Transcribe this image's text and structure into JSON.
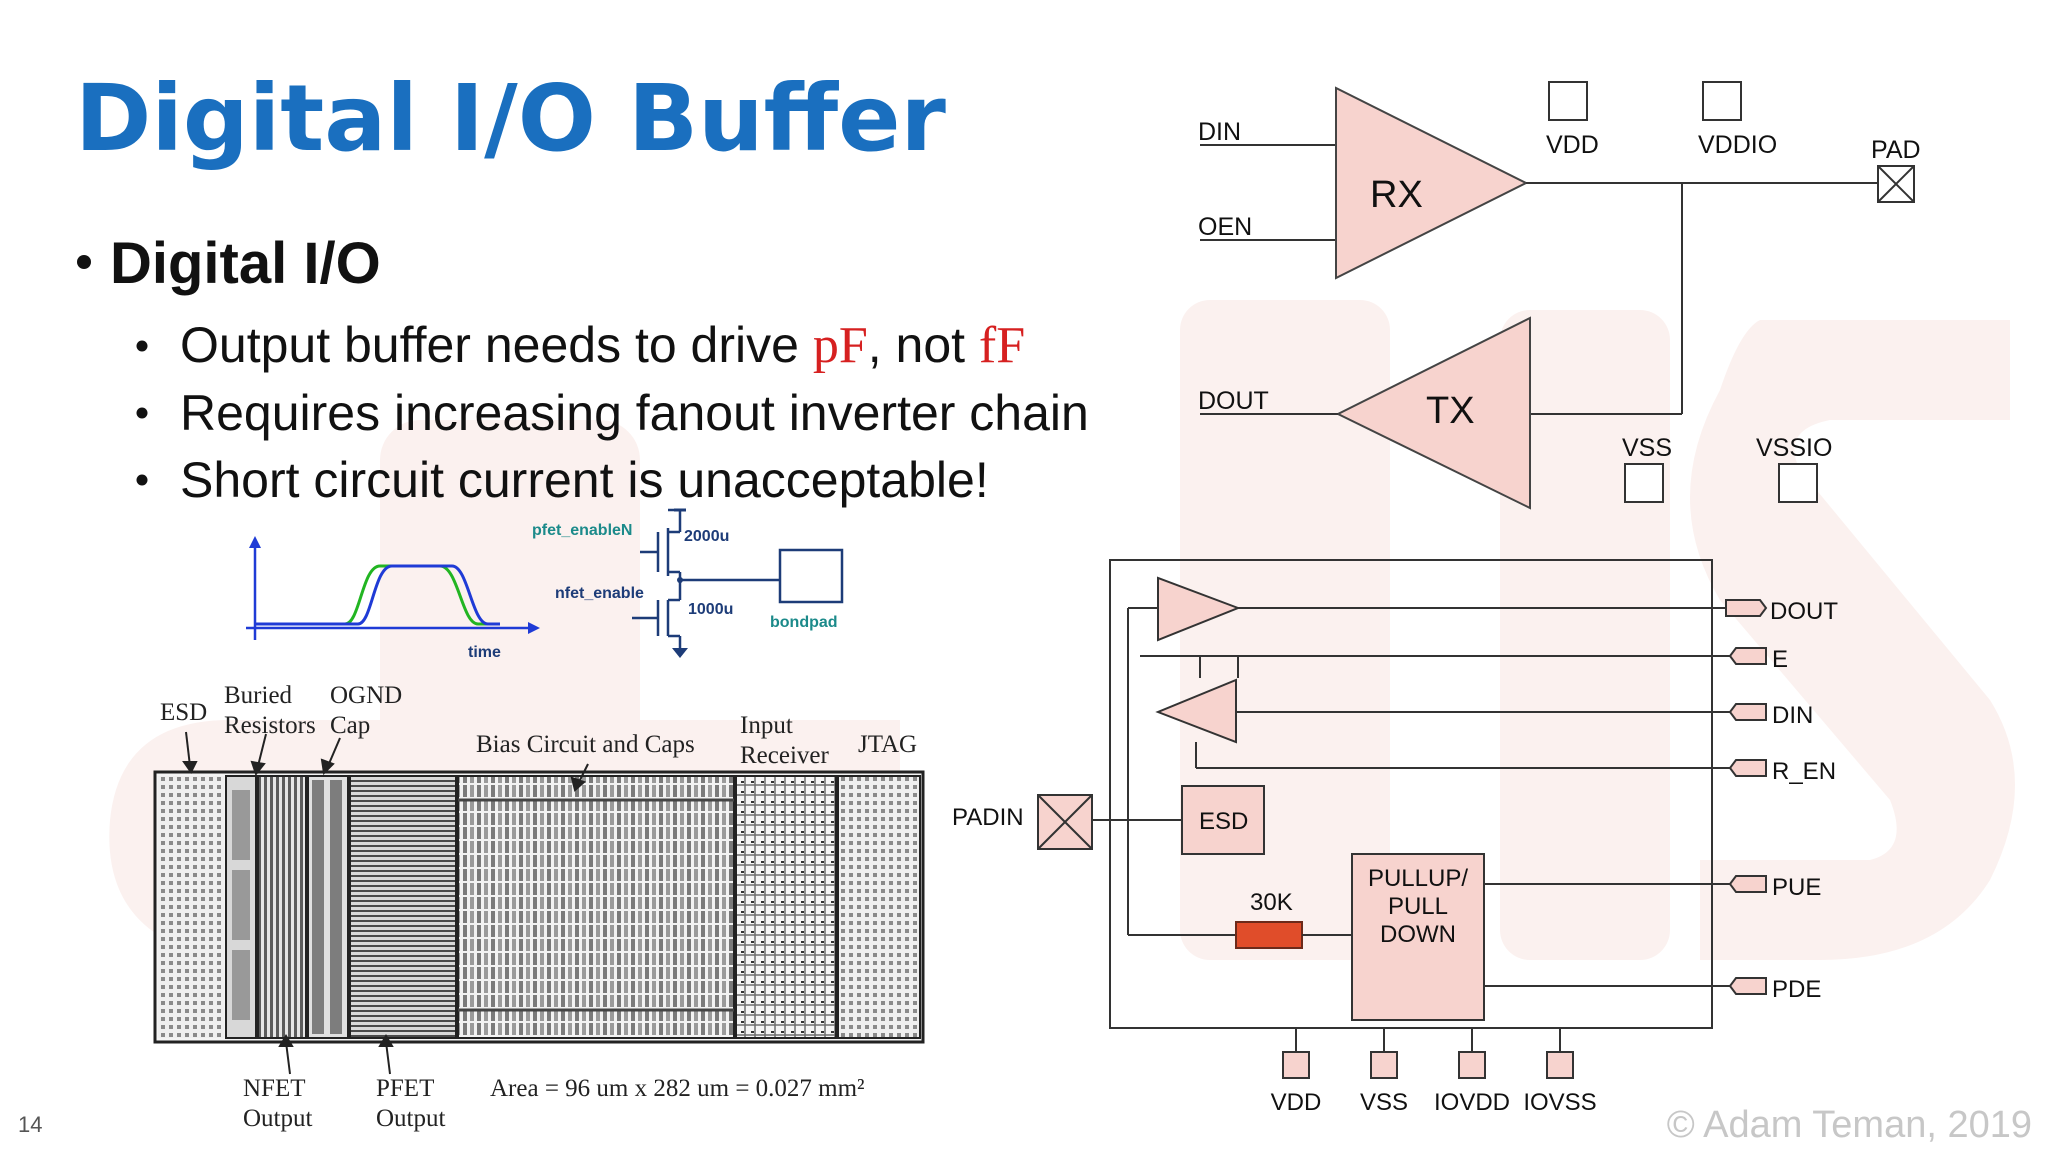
{
  "slide": {
    "title": "Digital I/O Buffer",
    "page_number": "14",
    "copyright": "© Adam Teman, 2019"
  },
  "bullets": {
    "main": "Digital I/O",
    "sub1_a": "Output buffer needs to drive ",
    "sub1_pf": "pF",
    "sub1_b": ", not ",
    "sub1_ff": "fF",
    "sub2": "Requires increasing fanout inverter chain",
    "sub3": "Short circuit current is unacceptable!"
  },
  "top_diagram": {
    "din": "DIN",
    "oen": "OEN",
    "dout": "DOUT",
    "rx": "RX",
    "tx": "TX",
    "vdd": "VDD",
    "vddio": "VDDIO",
    "pad": "PAD",
    "vss": "VSS",
    "vssio": "VSSIO"
  },
  "waveform": {
    "time_label": "time"
  },
  "driver": {
    "pfet_enable": "pfet_enableN",
    "nfet_enable": "nfet_enable",
    "pmos_size": "2000u",
    "nmos_size": "1000u",
    "bondpad": "bondpad"
  },
  "layout_figure": {
    "esd": "ESD",
    "buried": "Buried",
    "resistors": "Resistors",
    "ognd": "OGND",
    "cap": "Cap",
    "bias": "Bias Circuit and Caps",
    "input": "Input",
    "receiver": "Receiver",
    "jtag": "JTAG",
    "nfet": "NFET",
    "nfet_output": "Output",
    "pfet": "PFET",
    "pfet_output": "Output",
    "area": "Area = 96 um x 282 um = 0.027 mm²"
  },
  "pad_cell": {
    "padin": "PADIN",
    "esd": "ESD",
    "resistor": "30K",
    "pull_line1": "PULLUP/",
    "pull_line2": "PULL",
    "pull_line3": "DOWN",
    "dout": "DOUT",
    "e": "E",
    "din": "DIN",
    "r_en": "R_EN",
    "pue": "PUE",
    "pde": "PDE",
    "vdd": "VDD",
    "vss": "VSS",
    "iovdd": "IOVDD",
    "iovss": "IOVSS"
  },
  "colors": {
    "title_blue": "#1a6fbf",
    "fill_pink": "#f7d3ce",
    "resistor_orange": "#e04d2a",
    "wave_blue": "#1f3bd6",
    "wave_green": "#22b522",
    "teal": "#1b8a8a",
    "navy": "#1d3c78"
  }
}
